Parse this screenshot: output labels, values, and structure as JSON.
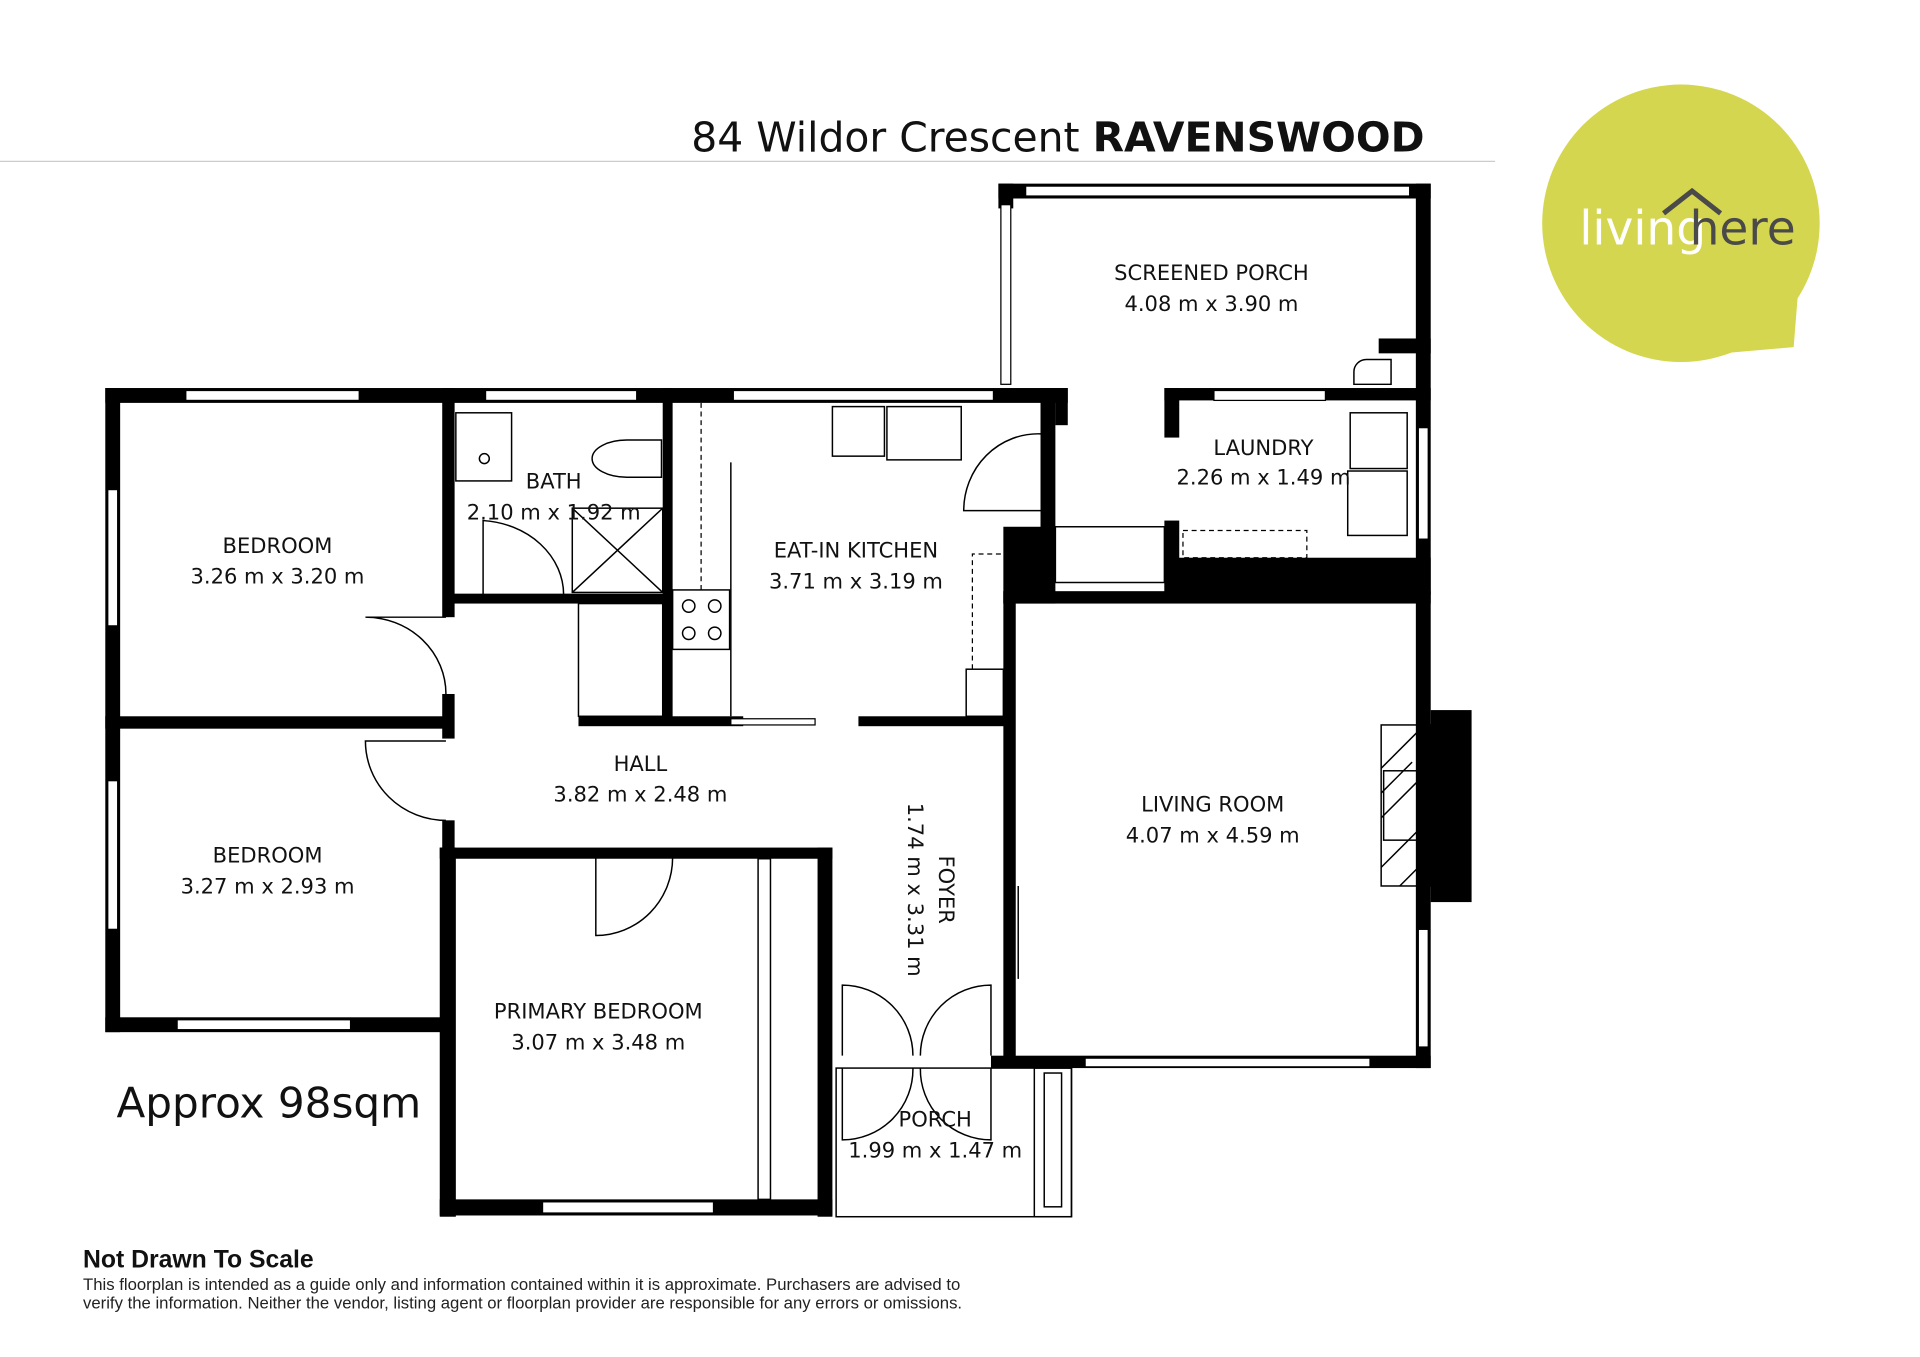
{
  "header": {
    "address": "84 Wildor Crescent",
    "suburb": "RAVENSWOOD"
  },
  "logo": {
    "text_light": "living",
    "text_dark": "here",
    "color": "#d5d64f"
  },
  "rooms": [
    {
      "name": "SCREENED PORCH",
      "dims": "4.08 m x 3.90 m"
    },
    {
      "name": "LAUNDRY",
      "dims": "2.26 m x 1.49 m"
    },
    {
      "name": "BATH",
      "dims": "2.10 m x 1.92 m"
    },
    {
      "name": "BEDROOM",
      "dims": "3.26 m x 3.20 m"
    },
    {
      "name": "EAT-IN KITCHEN",
      "dims": "3.71 m x 3.19 m"
    },
    {
      "name": "HALL",
      "dims": "3.82 m x 2.48 m"
    },
    {
      "name": "BEDROOM",
      "dims": "3.27 m x 2.93 m"
    },
    {
      "name": "LIVING ROOM",
      "dims": "4.07 m x 4.59 m"
    },
    {
      "name": "FOYER",
      "dims": "1.74 m x 3.31 m"
    },
    {
      "name": "PRIMARY BEDROOM",
      "dims": "3.07 m x 3.48 m"
    },
    {
      "name": "PORCH",
      "dims": "1.99 m x 1.47 m"
    }
  ],
  "area": "Approx 98sqm",
  "footer": {
    "heading": "Not Drawn To Scale",
    "line1": "This floorplan is intended as a guide only and information contained within it is approximate. Purchasers are advised to",
    "line2": "verify the information. Neither the vendor, listing agent or floorplan provider are responsible for any errors or omissions."
  }
}
